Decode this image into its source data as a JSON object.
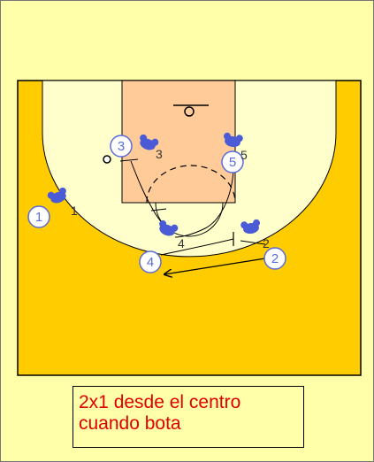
{
  "caption": {
    "line1": "2x1 desde el centro",
    "line2": "cuando bota"
  },
  "players": [
    {
      "id": "1",
      "circle_label": "1",
      "tag_label": "1"
    },
    {
      "id": "2",
      "circle_label": "2",
      "tag_label": "2"
    },
    {
      "id": "3",
      "circle_label": "3",
      "tag_label": "3"
    },
    {
      "id": "4",
      "circle_label": "4",
      "tag_label": "4"
    },
    {
      "id": "5",
      "circle_label": "5",
      "tag_label": "5"
    }
  ],
  "colors": {
    "background": "#ffffaa",
    "court": "#ffcc00",
    "three_point_area": "#ffffcc",
    "paint": "#ffcc99",
    "defender": "#4b5bd6",
    "player_circle_stroke": "#5c6cd8",
    "caption_text": "#e00000"
  },
  "icons": [
    "defender-hand-icon",
    "player-circle-icon",
    "ball-icon",
    "arrow-icon"
  ]
}
